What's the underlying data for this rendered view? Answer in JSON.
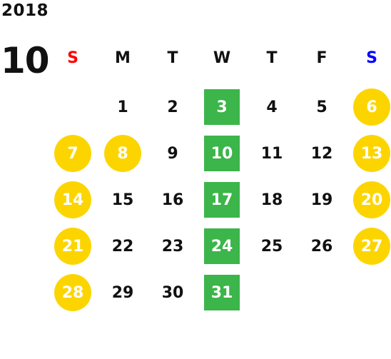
{
  "calendar": {
    "year": "2018",
    "month": "10",
    "weekdays": [
      "S",
      "M",
      "T",
      "W",
      "T",
      "F",
      "S"
    ],
    "colors": {
      "sunday_label": "#ff0000",
      "saturday_label": "#0000ff",
      "weekend_circle": "#fcd500",
      "wednesday_highlight": "#3cb54a"
    },
    "weeks": [
      [
        "",
        "1",
        "2",
        "3",
        "4",
        "5",
        "6"
      ],
      [
        "7",
        "8",
        "9",
        "10",
        "11",
        "12",
        "13"
      ],
      [
        "14",
        "15",
        "16",
        "17",
        "18",
        "19",
        "20"
      ],
      [
        "21",
        "22",
        "23",
        "24",
        "25",
        "26",
        "27"
      ],
      [
        "28",
        "29",
        "30",
        "31",
        "",
        "",
        ""
      ]
    ],
    "circled_days": [
      "6",
      "7",
      "8",
      "13",
      "14",
      "20",
      "21",
      "27",
      "28"
    ],
    "highlighted_days": [
      "3",
      "10",
      "17",
      "24",
      "31"
    ]
  }
}
